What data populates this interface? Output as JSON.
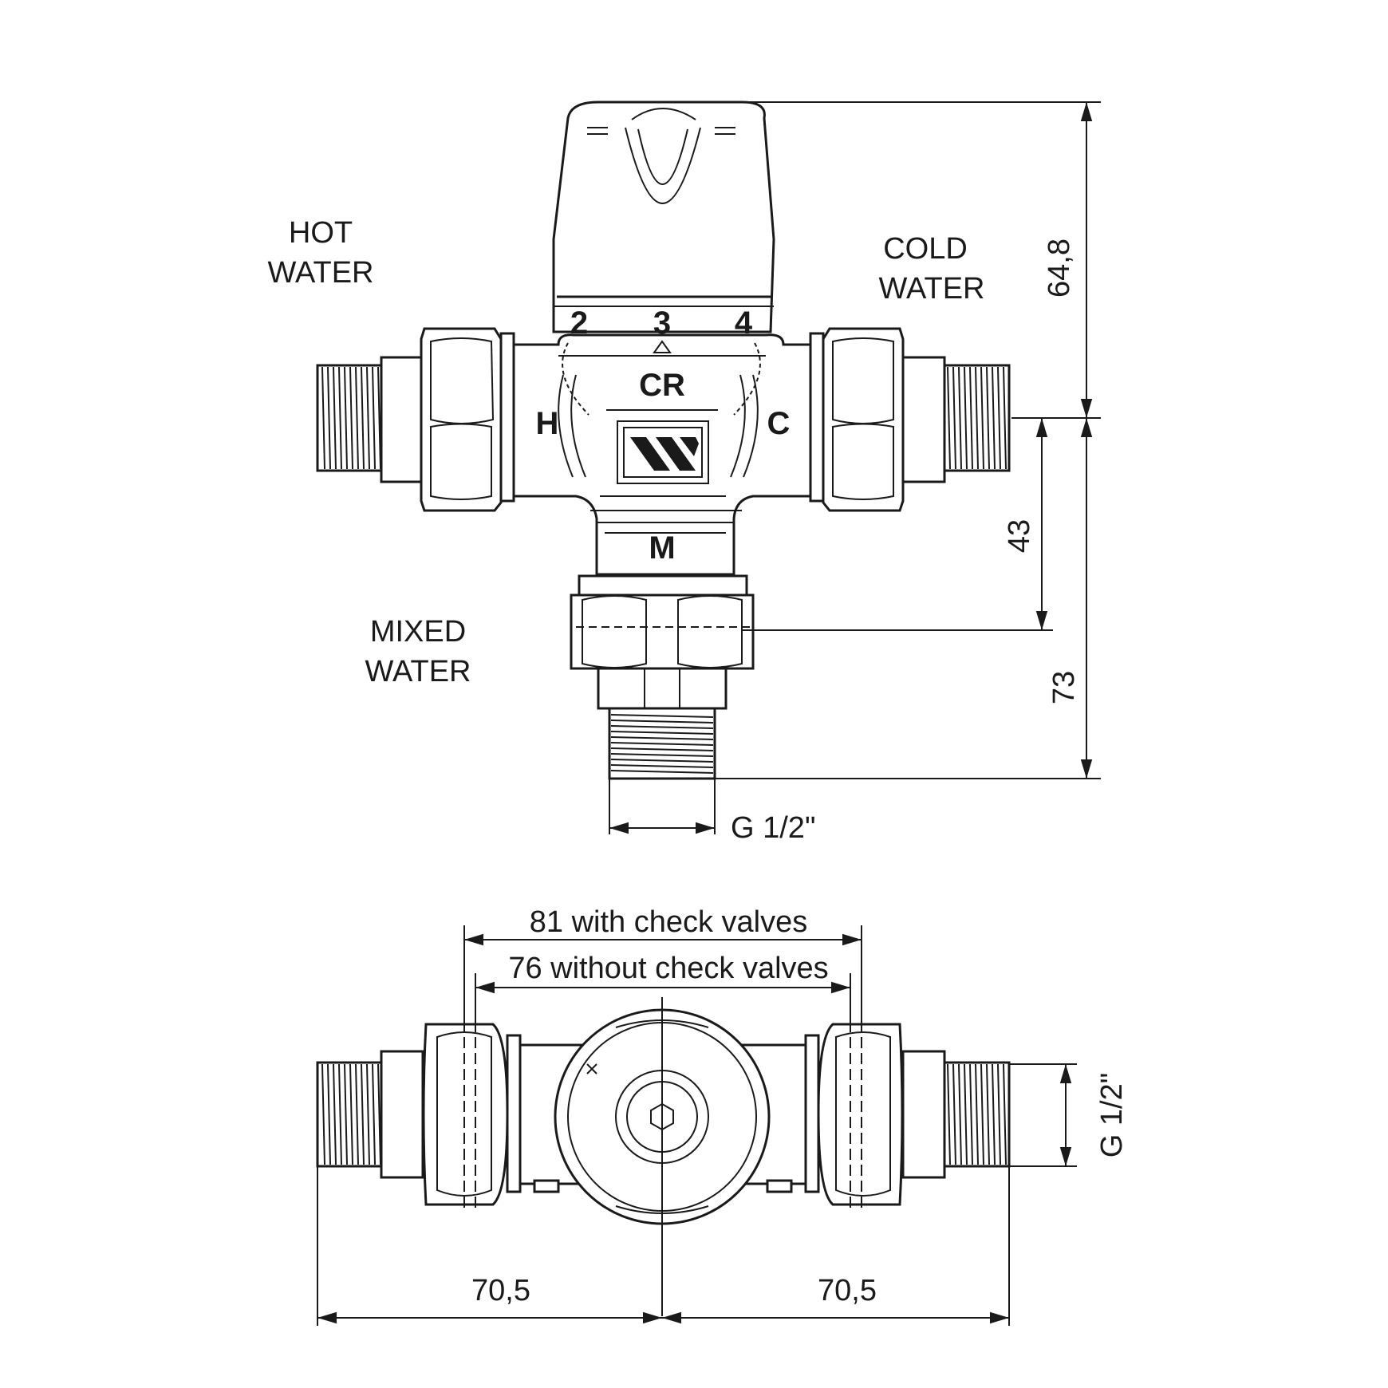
{
  "labels": {
    "hot": [
      "HOT",
      "WATER"
    ],
    "cold": [
      "COLD",
      "WATER"
    ],
    "mixed": [
      "MIXED",
      "WATER"
    ]
  },
  "markings": {
    "scale": [
      "2",
      "3",
      "4"
    ],
    "hot_port": "H",
    "cold_port": "C",
    "mixed_port": "M"
  },
  "dimensions": {
    "cap_height": "64,8",
    "inlet_to_outlet": "43",
    "inlet_to_bottom": "73",
    "outlet_thread": "G 1/2\"",
    "width_with_check": "81 with check valves",
    "width_without_check": "76 without check valves",
    "half_length_left": "70,5",
    "half_length_right": "70,5",
    "inlet_thread": "G 1/2\""
  },
  "colors": {
    "ink": "#1a1a1a",
    "background": "#ffffff"
  }
}
